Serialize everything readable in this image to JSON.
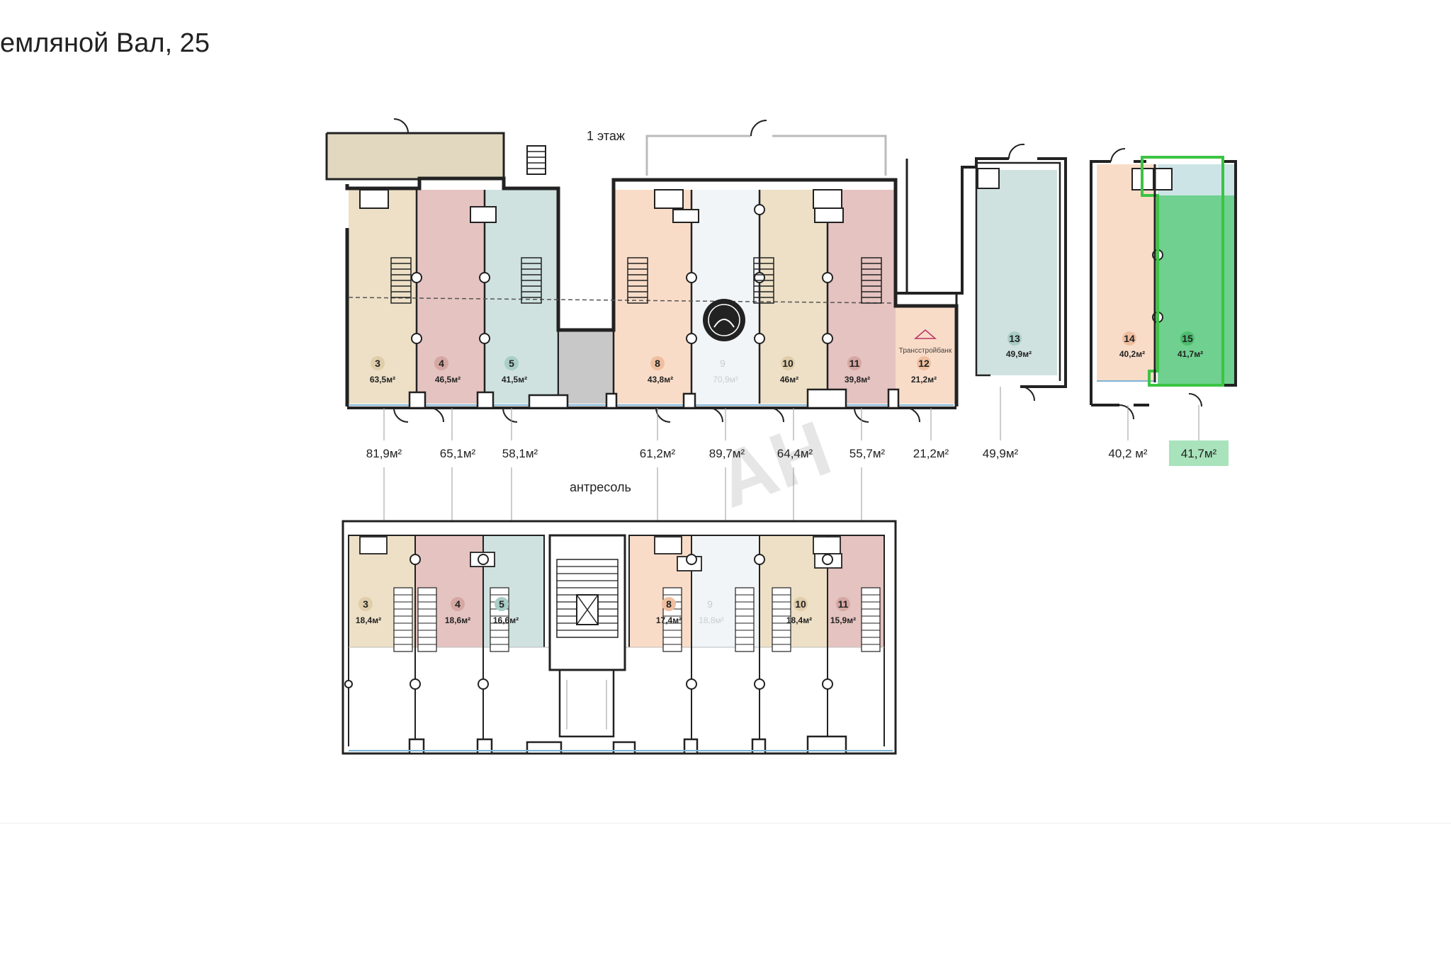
{
  "title": "емляной Вал, 25",
  "floor_label": "1 этаж",
  "mezz_label": "антресоль",
  "watermark": "АН",
  "bank_label": "Трансстройбанк",
  "colors": {
    "tan": "#ede0c6",
    "pink": "#e5c3c0",
    "teal": "#cfe2df",
    "peach": "#f9dcc8",
    "light": "#f1f5f7",
    "gray": "#c8c8c8",
    "blue": "#b3d3e0",
    "green": "#6fd08f",
    "wall": "#222222"
  },
  "floor_units": [
    {
      "num": "3",
      "area": "63,5м²"
    },
    {
      "num": "4",
      "area": "46,5м²"
    },
    {
      "num": "5",
      "area": "41,5м²"
    },
    {
      "num": "8",
      "area": "43,8м²"
    },
    {
      "num": "9",
      "area": "70,9м²"
    },
    {
      "num": "10",
      "area": "46м²"
    },
    {
      "num": "11",
      "area": "39,8м²"
    },
    {
      "num": "12",
      "area": "21,2м²"
    },
    {
      "num": "13",
      "area": "49,9м²"
    },
    {
      "num": "14",
      "area": "40,2м²"
    },
    {
      "num": "15",
      "area": "41,7м²"
    }
  ],
  "totals": [
    "81,9м²",
    "65,1м²",
    "58,1м²",
    "61,2м²",
    "89,7м²",
    "64,4м²",
    "55,7м²",
    "21,2м²",
    "49,9м²",
    "40,2 м²",
    "41,7м²"
  ],
  "mezz_units": [
    {
      "num": "3",
      "area": "18,4м²"
    },
    {
      "num": "4",
      "area": "18,6м²"
    },
    {
      "num": "5",
      "area": "16,6м²"
    },
    {
      "num": "8",
      "area": "17,4м²"
    },
    {
      "num": "9",
      "area": "18,8м²"
    },
    {
      "num": "10",
      "area": "18,4м²"
    },
    {
      "num": "11",
      "area": "15,9м²"
    }
  ]
}
